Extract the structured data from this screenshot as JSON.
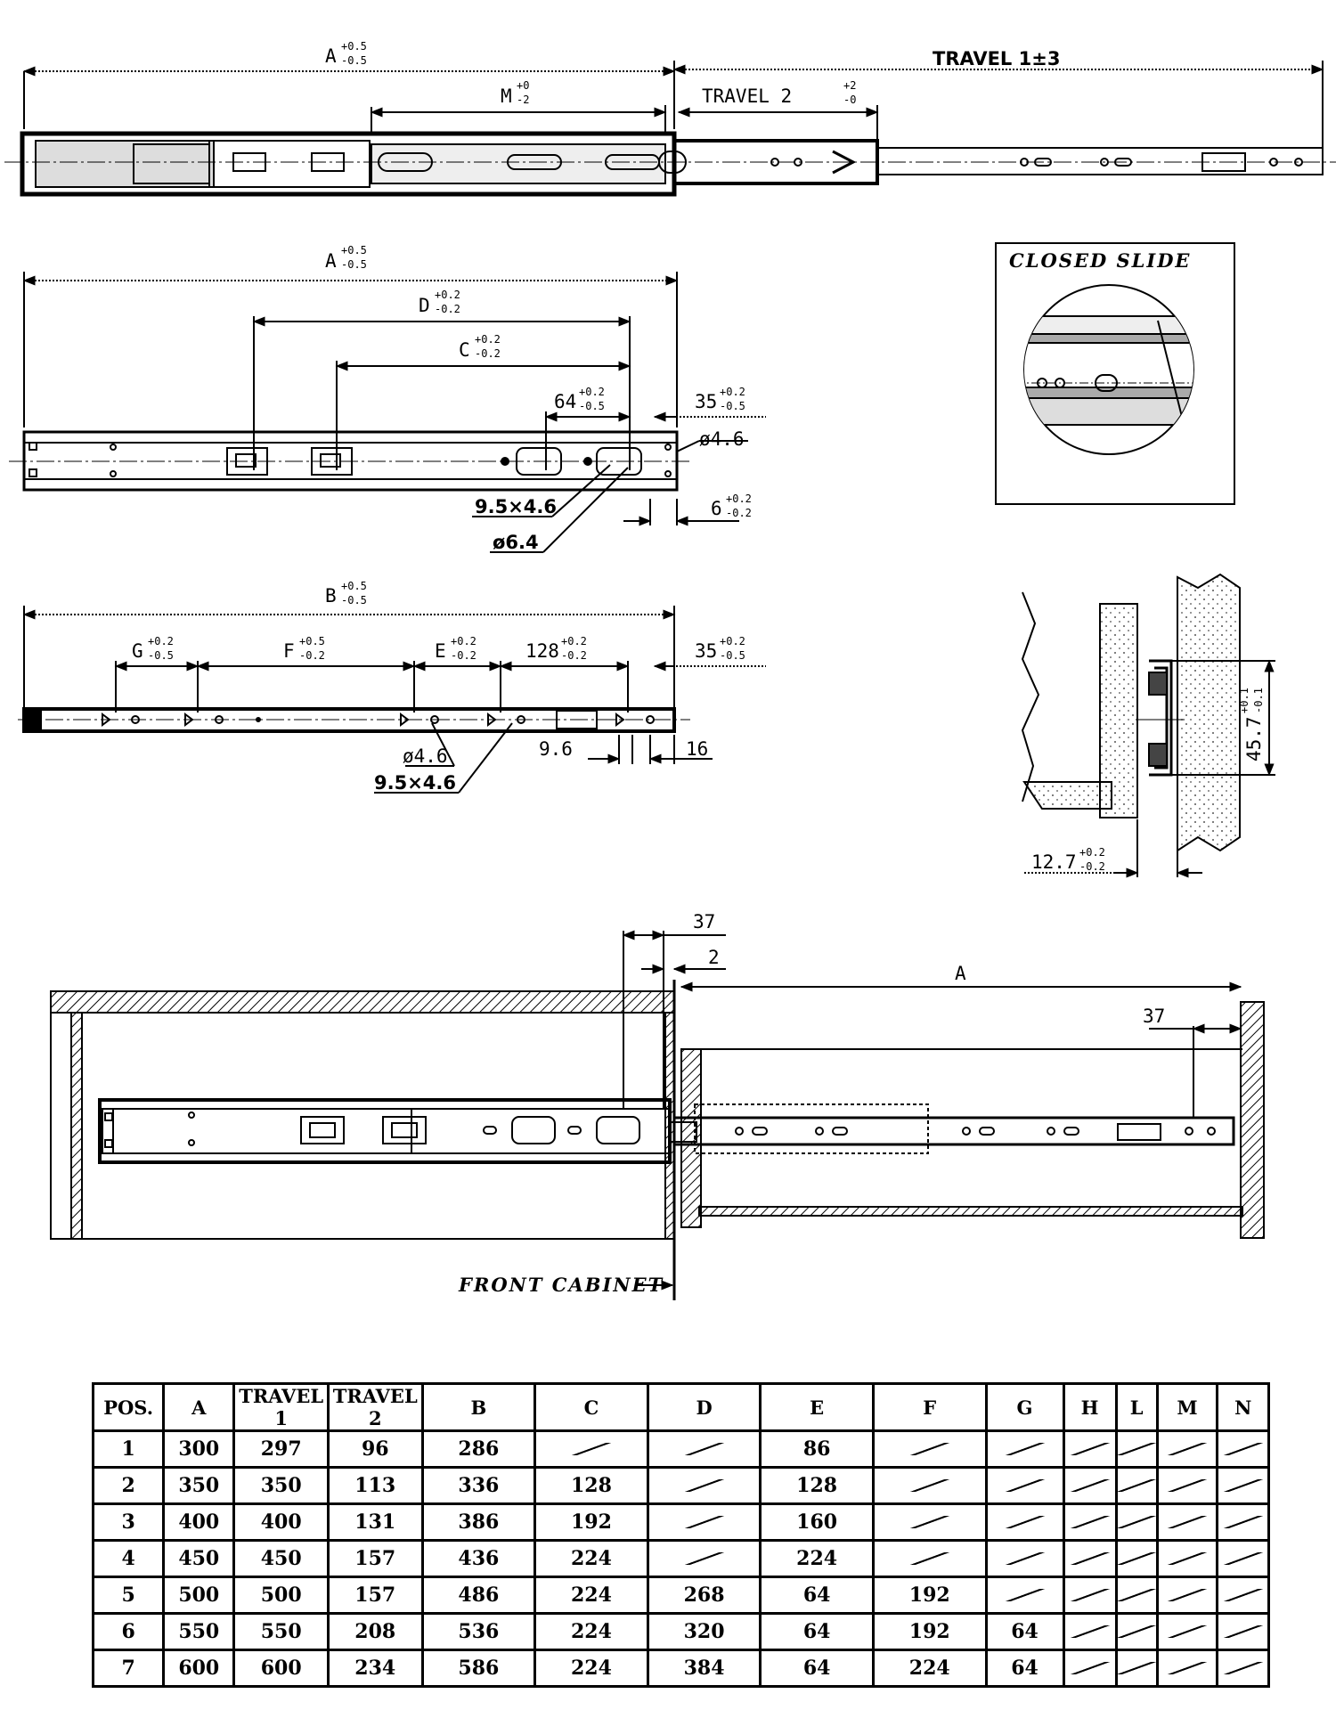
{
  "drawing1": {
    "dim_a": "A",
    "dim_a_tol": [
      "+0.5",
      "-0.5"
    ],
    "dim_travel1": "TRAVEL 1±3",
    "dim_m": "M",
    "dim_m_tol": [
      "+0",
      "-2"
    ],
    "dim_travel2": "TRAVEL 2",
    "dim_travel2_tol": [
      "+2",
      "-0"
    ]
  },
  "drawing2": {
    "dim_a": "A",
    "dim_a_tol": [
      "+0.5",
      "-0.5"
    ],
    "dim_d": "D",
    "dim_d_tol": [
      "+0.2",
      "-0.2"
    ],
    "dim_c": "C",
    "dim_c_tol": [
      "+0.2",
      "-0.2"
    ],
    "dim_64": "64",
    "dim_64_tol": [
      "+0.2",
      "-0.5"
    ],
    "dim_35": "35",
    "dim_35_tol": [
      "+0.2",
      "-0.5"
    ],
    "dim_hole": "ø4.6",
    "dim_slot": "9.5×4.6",
    "dim_6": "6",
    "dim_6_tol": [
      "+0.2",
      "-0.2"
    ],
    "dim_hole2": "ø6.4"
  },
  "closed_slide": {
    "title": "CLOSED SLIDE"
  },
  "drawing3": {
    "dim_b": "B",
    "dim_b_tol": [
      "+0.5",
      "-0.5"
    ],
    "dim_g": "G",
    "dim_g_tol": [
      "+0.2",
      "-0.5"
    ],
    "dim_f": "F",
    "dim_f_tol": [
      "+0.5",
      "-0.2"
    ],
    "dim_e": "E",
    "dim_e_tol": [
      "+0.2",
      "-0.2"
    ],
    "dim_128": "128",
    "dim_128_tol": [
      "+0.2",
      "-0.2"
    ],
    "dim_35": "35",
    "dim_35_tol": [
      "+0.2",
      "-0.5"
    ],
    "dim_hole": "ø4.6",
    "dim_slot": "9.5×4.6",
    "dim_96": "9.6",
    "dim_16": "16"
  },
  "section": {
    "dim_45": "45.7",
    "dim_45_tol": [
      "+0.1",
      "-0.1"
    ],
    "dim_12": "12.7",
    "dim_12_tol": [
      "+0.2",
      "-0.2"
    ]
  },
  "drawing4": {
    "dim_37a": "37",
    "dim_2": "2",
    "dim_a": "A",
    "dim_37b": "37",
    "front_cabinet": "FRONT CABINET"
  },
  "table": {
    "headers": [
      "POS.",
      "A",
      "TRAVEL 1",
      "TRAVEL 2",
      "B",
      "C",
      "D",
      "E",
      "F",
      "G",
      "H",
      "L",
      "M",
      "N"
    ],
    "rows": [
      [
        "1",
        "300",
        "297",
        "96",
        "286",
        "",
        "",
        "86",
        "",
        "",
        "",
        "",
        "",
        ""
      ],
      [
        "2",
        "350",
        "350",
        "113",
        "336",
        "128",
        "",
        "128",
        "",
        "",
        "",
        "",
        "",
        ""
      ],
      [
        "3",
        "400",
        "400",
        "131",
        "386",
        "192",
        "",
        "160",
        "",
        "",
        "",
        "",
        "",
        ""
      ],
      [
        "4",
        "450",
        "450",
        "157",
        "436",
        "224",
        "",
        "224",
        "",
        "",
        "",
        "",
        "",
        ""
      ],
      [
        "5",
        "500",
        "500",
        "157",
        "486",
        "224",
        "268",
        "64",
        "192",
        "",
        "",
        "",
        "",
        ""
      ],
      [
        "6",
        "550",
        "550",
        "208",
        "536",
        "224",
        "320",
        "64",
        "192",
        "64",
        "",
        "",
        "",
        ""
      ],
      [
        "7",
        "600",
        "600",
        "234",
        "586",
        "224",
        "384",
        "64",
        "224",
        "64",
        "",
        "",
        "",
        ""
      ]
    ]
  }
}
